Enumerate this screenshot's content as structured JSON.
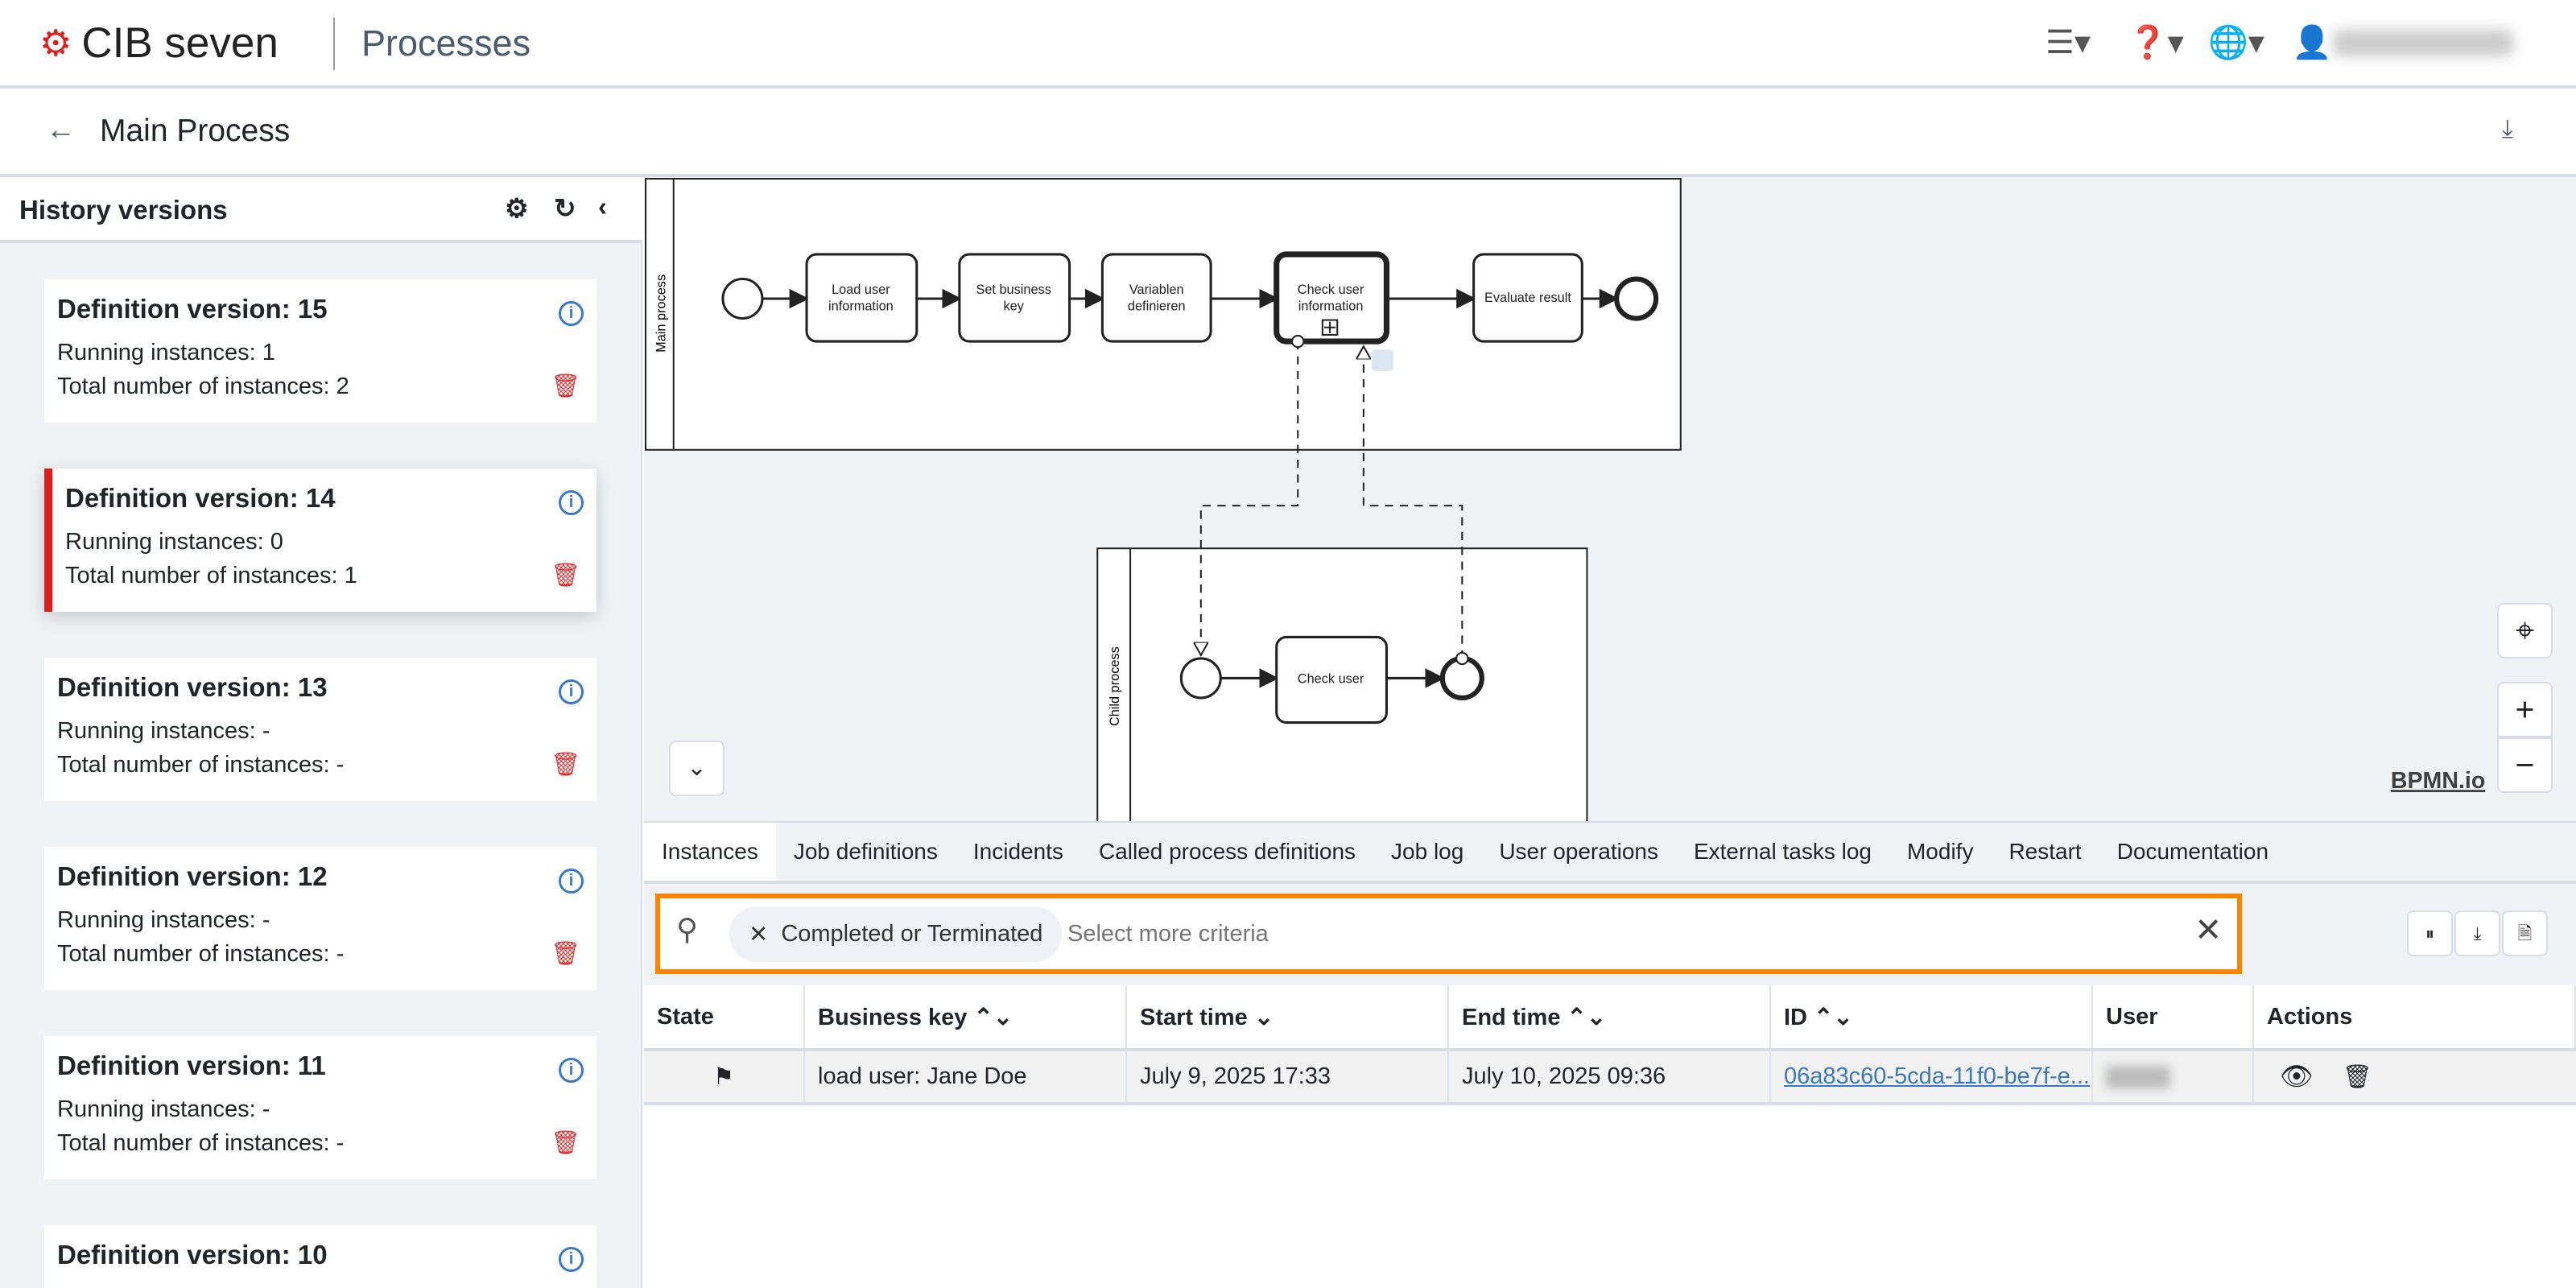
{
  "header": {
    "brand": "CIB seven",
    "section": "Processes",
    "icons": [
      "menu-icon",
      "help-icon",
      "globe-icon",
      "user-icon"
    ],
    "brand_color": "#e01e1e"
  },
  "title": {
    "back_icon": "arrow-left-icon",
    "text": "Main Process",
    "download_icon": "download-icon"
  },
  "sidebar": {
    "title": "History versions",
    "icons": [
      "settings-icon",
      "refresh-icon",
      "collapse-icon"
    ],
    "cards": [
      {
        "title": "Definition version: 15",
        "running": "Running instances: 1",
        "total": "Total number of instances: 2"
      },
      {
        "title": "Definition version: 14",
        "running": "Running instances: 0",
        "total": "Total number of instances: 1",
        "selected": true
      },
      {
        "title": "Definition version: 13",
        "running": "Running instances: -",
        "total": "Total number of instances: -"
      },
      {
        "title": "Definition version: 12",
        "running": "Running instances: -",
        "total": "Total number of instances: -"
      },
      {
        "title": "Definition version: 11",
        "running": "Running instances: -",
        "total": "Total number of instances: -"
      },
      {
        "title": "Definition version: 10",
        "running": "",
        "total": ""
      }
    ]
  },
  "diagram": {
    "main_pool": "Main process",
    "child_pool": "Child process",
    "tasks": [
      "Load user information",
      "Set business key",
      "Variablen definieren",
      "Check user information",
      "Evaluate result"
    ],
    "child_tasks": [
      "Check user"
    ],
    "watermark": "BPMN.io"
  },
  "tabs": [
    "Instances",
    "Job definitions",
    "Incidents",
    "Called process definitions",
    "Job log",
    "User operations",
    "External tasks log",
    "Modify",
    "Restart",
    "Documentation"
  ],
  "filter": {
    "chip": "Completed or Terminated",
    "placeholder": "Select more criteria",
    "highlight_color": "#ff8500"
  },
  "table": {
    "headers": [
      "State",
      "Business key ⌃⌄",
      "Start time ⌄",
      "End time ⌃⌄",
      "ID ⌃⌄",
      "User",
      "Actions"
    ],
    "rows": [
      {
        "state_icon": "flag-icon",
        "business_key": "load user: Jane Doe",
        "start": "July 9, 2025 17:33",
        "end": "July 10, 2025 09:36",
        "id": "06a83c60-5cda-11f0-be7f-e..."
      }
    ]
  }
}
